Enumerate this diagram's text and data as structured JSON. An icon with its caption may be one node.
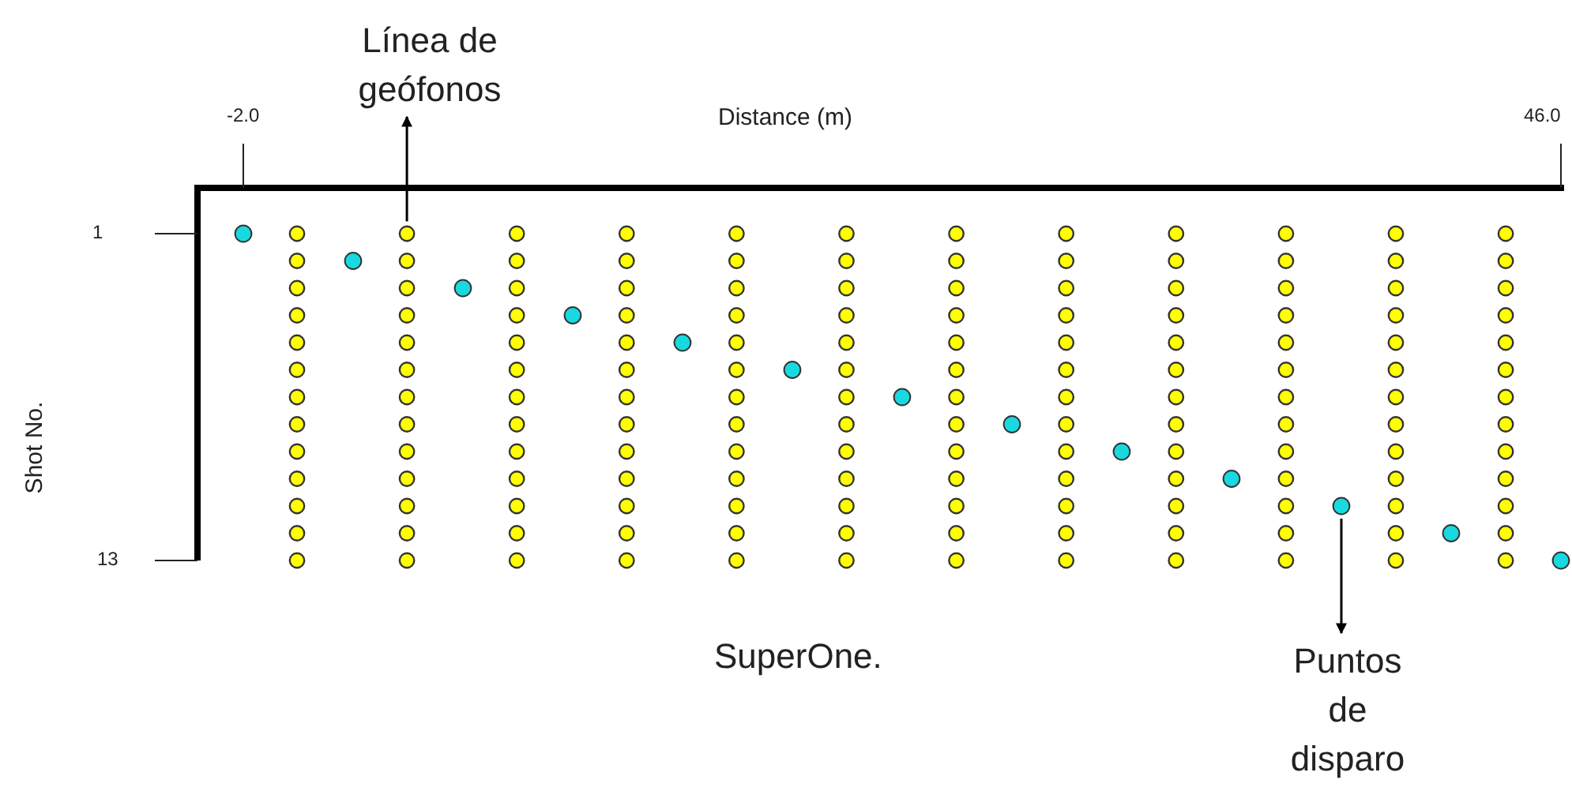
{
  "diagram": {
    "nodes": [
      {
        "text": [
          "Línea de geófonos"
        ]
      },
      {
        "text": [],
        "shape": "picture"
      },
      {
        "text": [],
        "shape": "picture"
      },
      {
        "text": [],
        "shape": "picture"
      },
      {
        "text": [],
        "shape": "picture"
      },
      {
        "text": [],
        "shape": "picture"
      },
      {
        "text": [],
        "shape": "picture"
      },
      {
        "text": [],
        "shape": "picture"
      },
      {
        "text": [],
        "shape": "picture"
      },
      {
        "text": [],
        "shape": "picture"
      },
      {
        "text": [],
        "shape": "picture"
      },
      {
        "text": [],
        "shape": "picture"
      },
      {
        "text": [],
        "shape": "picture"
      },
      {
        "text": [],
        "shape": "circle"
      },
      {
        "text": [],
        "shape": "circle"
      },
      {
        "text": [],
        "shape": "circle"
      },
      {
        "text": [],
        "shape": "circle"
      },
      {
        "text": [],
        "shape": "circle"
      },
      {
        "text": [],
        "shape": "circle"
      },
      {
        "text": [],
        "shape": "circle"
      },
      {
        "text": [],
        "shape": "circle"
      },
      {
        "text": [],
        "shape": "circle"
      },
      {
        "text": [],
        "shape": "circle"
      },
      {
        "text": [],
        "shape": "circle"
      },
      {
        "text": [],
        "shape": "circle"
      },
      {
        "text": [],
        "shape": "circle"
      },
      {
        "text": [
          "Puntos de disparo"
        ]
      }
    ],
    "edges": [
      {
        "from": 2,
        "to": 0,
        "arrow": "to"
      },
      {
        "from": 23,
        "to": 26,
        "arrow": "to"
      }
    ],
    "labels": [
      "-2.0",
      "Distance (m)",
      "46.0",
      "1",
      "Shot No.",
      "13",
      "SuperOne."
    ]
  }
}
